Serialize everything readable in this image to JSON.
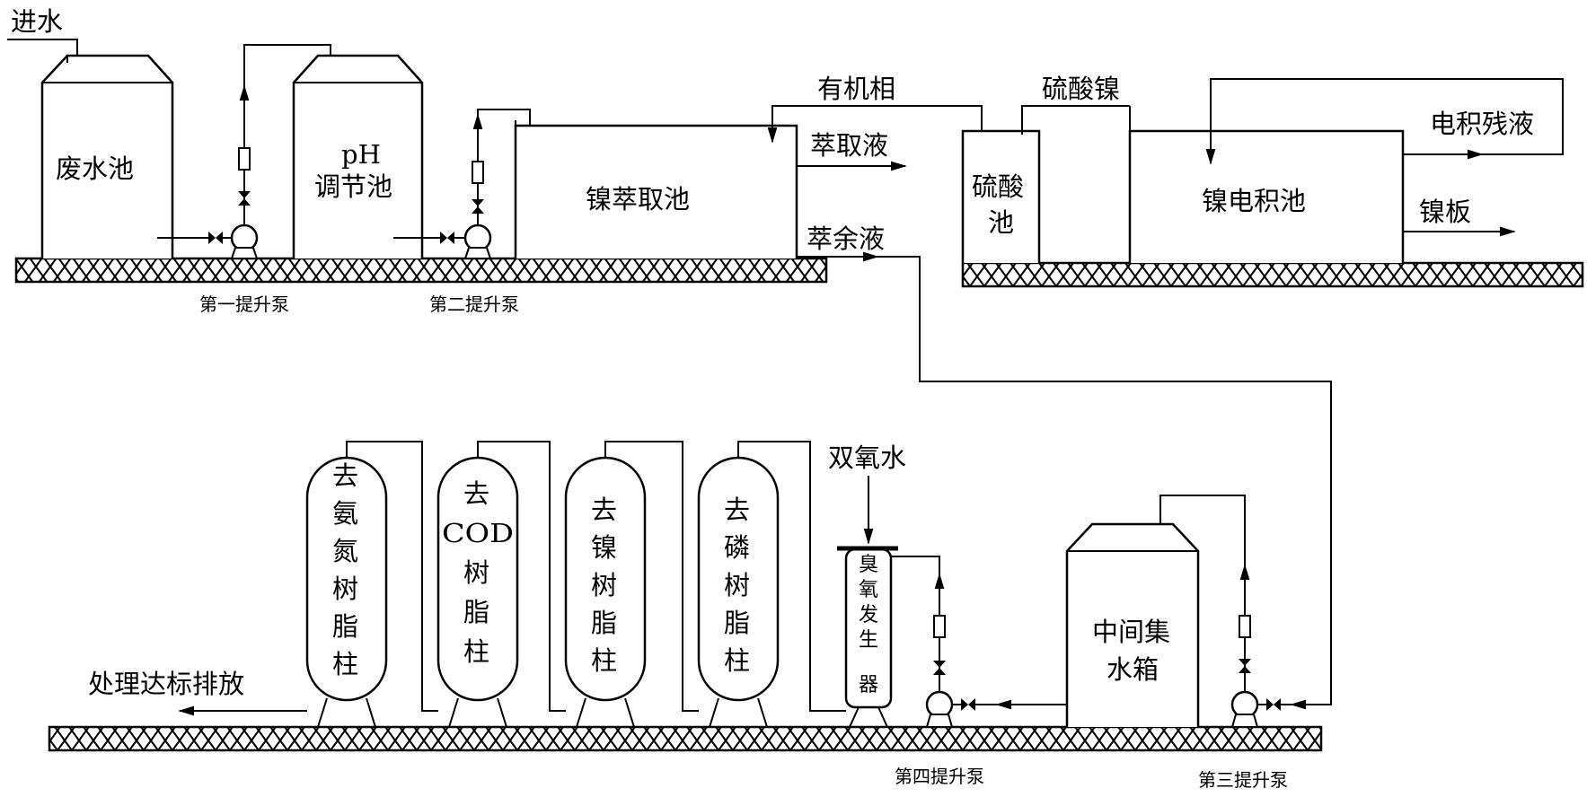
{
  "labels": {
    "inlet": "进水",
    "wastewater_tank": "废水池",
    "ph_tank_line1": "pH",
    "ph_tank_line2": "调节池",
    "nickel_extraction": "镍萃取池",
    "organic_phase": "有机相",
    "extract": "萃取液",
    "raffinate": "萃余液",
    "nickel_sulfate": "硫酸镍",
    "sulfuric_tank_line1": "硫酸",
    "sulfuric_tank_line2": "池",
    "electrowinning_tank": "镍电积池",
    "spent_electrolyte": "电积残液",
    "nickel_plate": "镍板",
    "pump1": "第一提升泵",
    "pump2": "第二提升泵",
    "pump3": "第三提升泵",
    "pump4": "第四提升泵",
    "hydrogen_peroxide": "双氧水",
    "ozone_gen": [
      "臭",
      "氧",
      "发",
      "生",
      "器"
    ],
    "intermediate_tank_line1": "中间集",
    "intermediate_tank_line2": "水箱",
    "col_phosphorus": [
      "去",
      "磷",
      "树",
      "脂",
      "柱"
    ],
    "col_nickel": [
      "去",
      "镍",
      "树",
      "脂",
      "柱"
    ],
    "col_cod": [
      "去",
      "COD",
      "树",
      "脂",
      "柱"
    ],
    "col_ammonia": [
      "去",
      "氨",
      "氮",
      "树",
      "脂",
      "柱"
    ],
    "discharge": "处理达标排放"
  }
}
